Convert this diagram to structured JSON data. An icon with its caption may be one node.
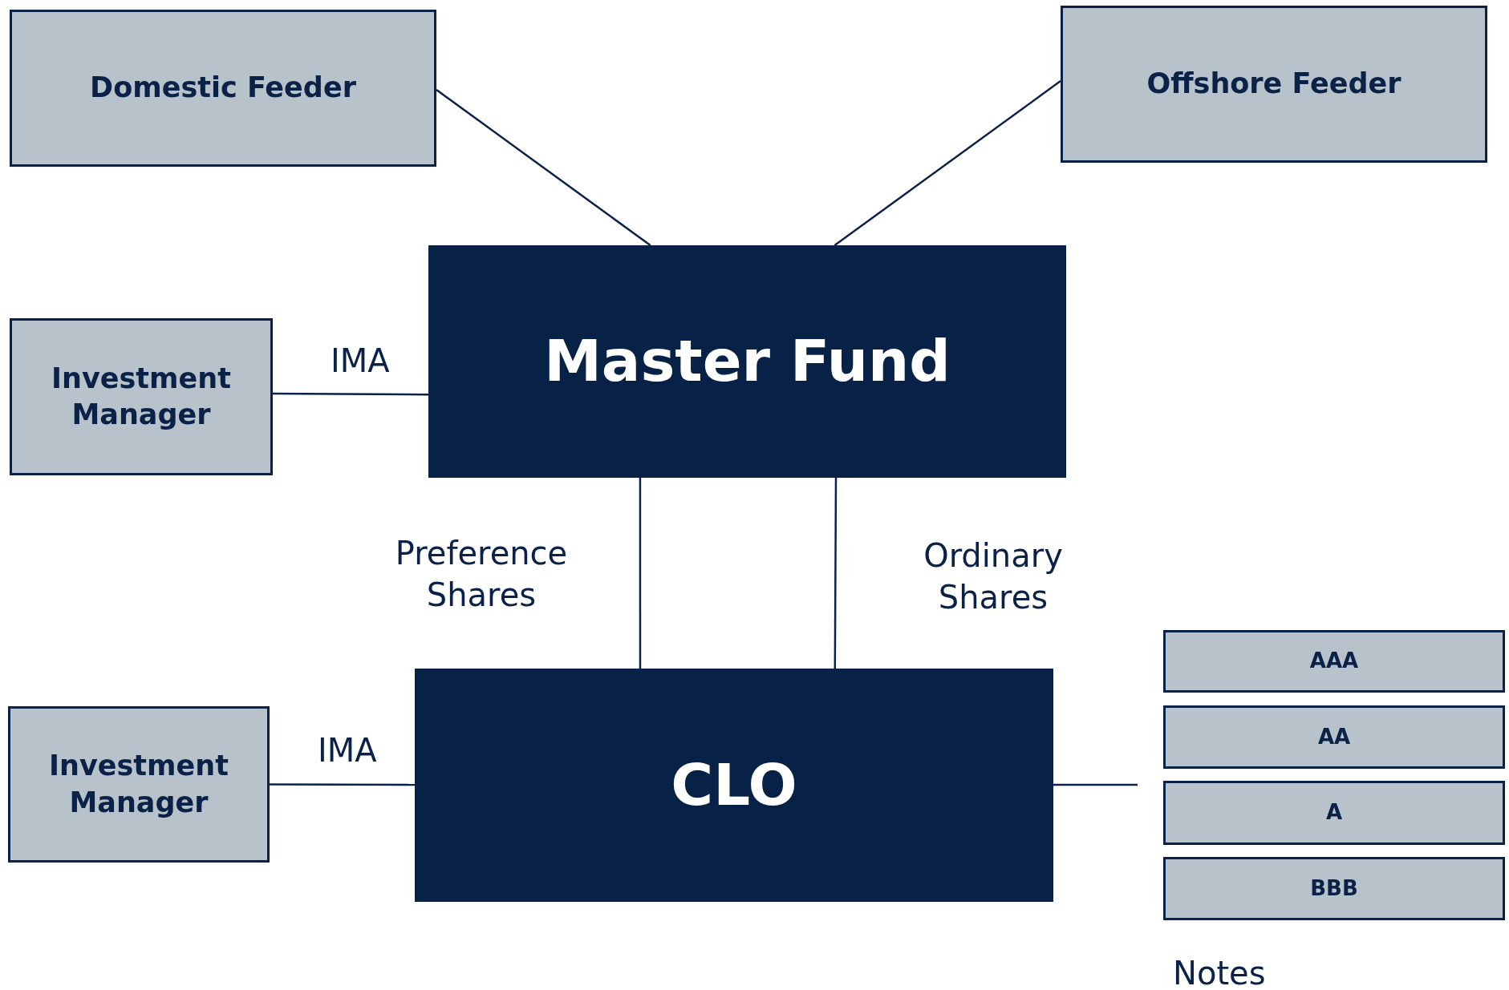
{
  "diagram": {
    "nodes": [
      {
        "text": [
          "Domestic Feeder"
        ]
      },
      {
        "text": [
          "Offshore Feeder"
        ]
      },
      {
        "text": [
          "Investment Manager"
        ]
      },
      {
        "text": [
          "Master Fund"
        ]
      },
      {
        "text": [
          "Investment Manager"
        ]
      },
      {
        "text": [
          "CLO"
        ]
      },
      {
        "text": [
          "AAA"
        ]
      },
      {
        "text": [
          "AA"
        ]
      },
      {
        "text": [
          "A"
        ]
      },
      {
        "text": [
          "BBB"
        ]
      }
    ],
    "edges": [
      {
        "from": 0,
        "to": 3,
        "arrow": "none"
      },
      {
        "from": 1,
        "to": 3,
        "arrow": "none"
      },
      {
        "from": 2,
        "to": 3,
        "arrow": "none",
        "label": "IMA"
      },
      {
        "from": 3,
        "to": 5,
        "arrow": "none",
        "label": "Preference Shares"
      },
      {
        "from": 3,
        "to": 5,
        "arrow": "none",
        "label": "Ordinary Shares"
      },
      {
        "from": 4,
        "to": 5,
        "arrow": "none",
        "label": "IMA"
      },
      {
        "from": 5,
        "to": null,
        "arrow": "none"
      }
    ],
    "labels": [
      "Notes"
    ]
  }
}
